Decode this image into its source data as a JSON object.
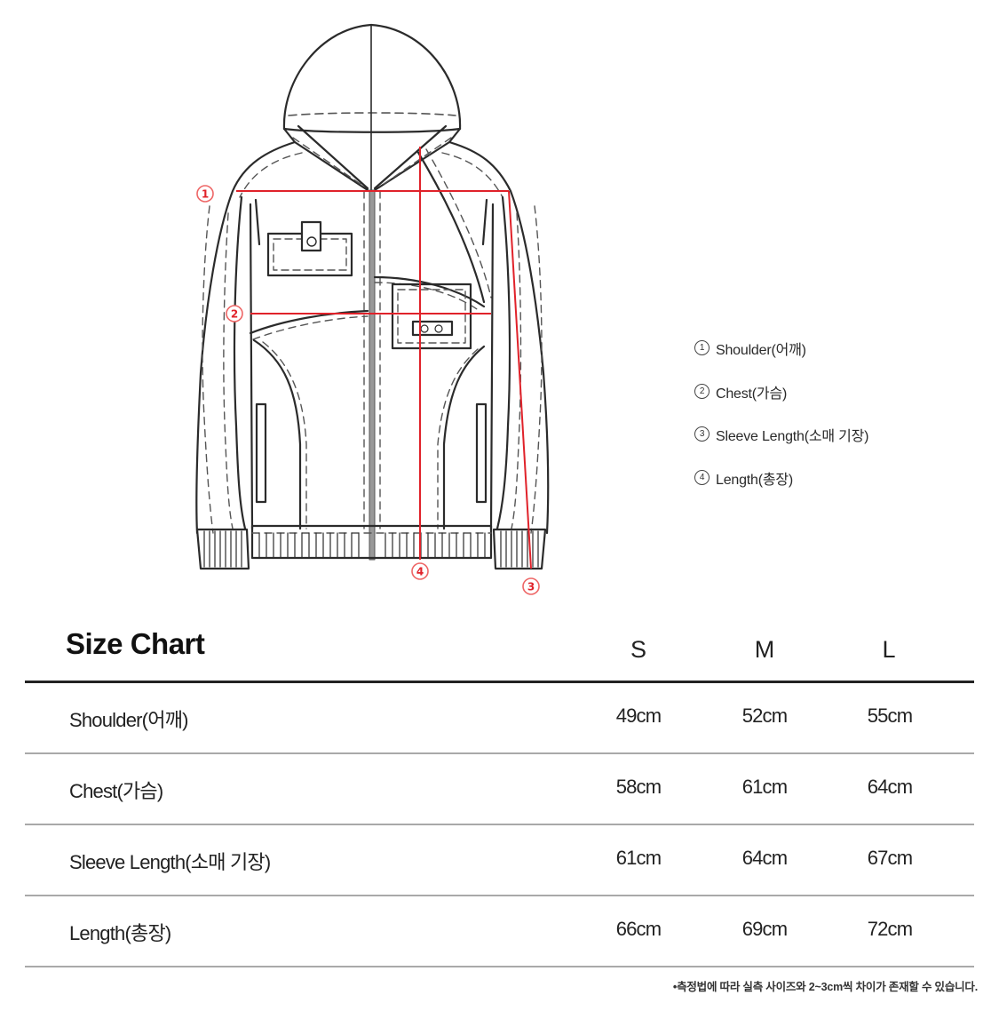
{
  "diagram": {
    "garment": "hooded zip-up jacket flat sketch",
    "markers": [
      {
        "id": "1",
        "glyph": "①",
        "measures": "shoulder"
      },
      {
        "id": "2",
        "glyph": "②",
        "measures": "chest"
      },
      {
        "id": "3",
        "glyph": "③",
        "measures": "sleeve_length"
      },
      {
        "id": "4",
        "glyph": "④",
        "measures": "length"
      }
    ],
    "measure_color": "#e0222a",
    "line_color": "#2b2b2b"
  },
  "legend": {
    "items": [
      {
        "num": "1",
        "label": "Shoulder(어깨)"
      },
      {
        "num": "2",
        "label": "Chest(가슴)"
      },
      {
        "num": "3",
        "label": "Sleeve Length(소매 기장)"
      },
      {
        "num": "4",
        "label": "Length(총장)"
      }
    ]
  },
  "size_chart": {
    "title": "Size Chart",
    "columns": [
      "S",
      "M",
      "L"
    ],
    "rows": [
      {
        "label": "Shoulder(어깨)",
        "values": [
          "49cm",
          "52cm",
          "55cm"
        ]
      },
      {
        "label": "Chest(가슴)",
        "values": [
          "58cm",
          "61cm",
          "64cm"
        ]
      },
      {
        "label": "Sleeve Length(소매 기장)",
        "values": [
          "61cm",
          "64cm",
          "67cm"
        ]
      },
      {
        "label": "Length(총장)",
        "values": [
          "66cm",
          "69cm",
          "72cm"
        ]
      }
    ],
    "footnote": "•측정법에 따라 실측 사이즈와 2~3cm씩 차이가 존재할 수 있습니다."
  }
}
